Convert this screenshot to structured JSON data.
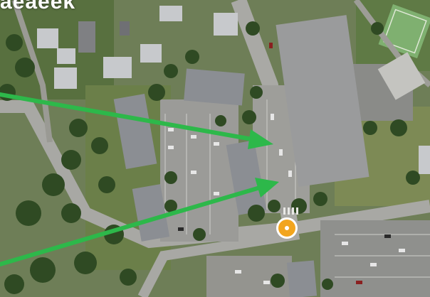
{
  "map": {
    "type": "aerial-satellite",
    "caption": "aeaeek"
  },
  "arrows": [
    {
      "name": "arrow-upper",
      "color": "#2db84a",
      "points_to": "parking-row-upper"
    },
    {
      "name": "arrow-lower",
      "color": "#2db84a",
      "points_to": "parking-row-lower"
    }
  ],
  "marker": {
    "icon": "location-pin-icon",
    "fill": "#f2a51e",
    "ring": "#ffffff"
  },
  "colors": {
    "arrow": "#2db84a",
    "marker": "#f2a51e",
    "road": "#a7a7a3",
    "vegetation": "#3c5a2c",
    "roof": "#8a8d92"
  }
}
